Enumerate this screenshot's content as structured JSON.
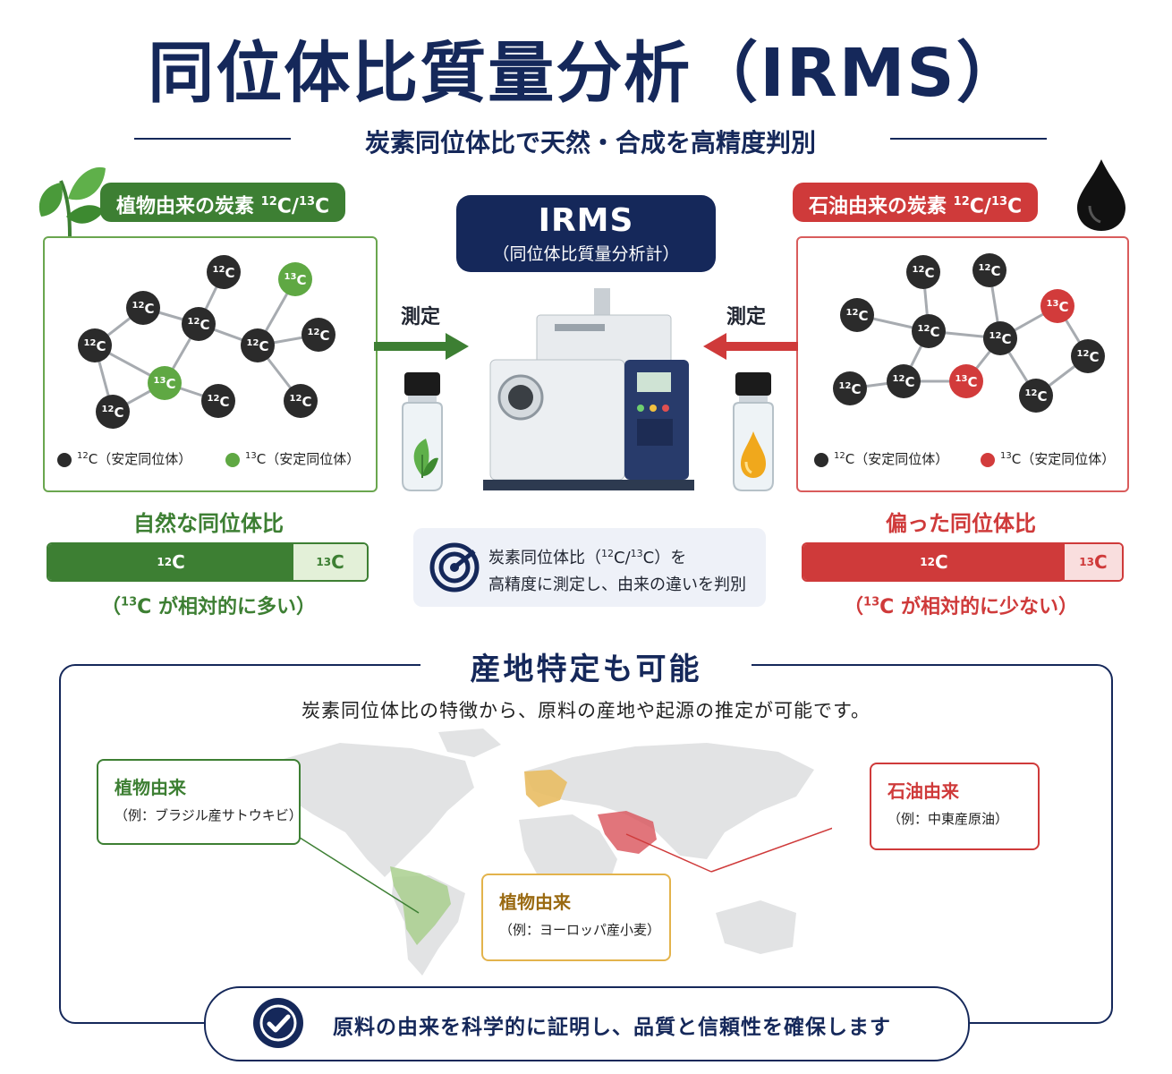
{
  "title": "同位体比質量分析（IRMS）",
  "subtitle": "炭素同位体比で天然・合成を高精度判別",
  "left_panel": {
    "label_prefix": "植物由来の炭素 ",
    "label_ratio": "C/",
    "mass12": "12",
    "mass13": "13",
    "c": "C",
    "legend_12": "（安定同位体）",
    "legend_13": "（安定同位体）",
    "ratio_title": "自然な同位体比",
    "bar_12": "C",
    "bar_13": "C",
    "bar_12_fraction": 0.77,
    "note_open": "（",
    "note_rest": " が相対的に多い）",
    "accent": "#3d7f33",
    "light": "#e3f0d8"
  },
  "right_panel": {
    "label_prefix": "石油由来の炭素 ",
    "label_ratio": "C/",
    "mass12": "12",
    "mass13": "13",
    "c": "C",
    "legend_12": "（安定同位体）",
    "legend_13": "（安定同位体）",
    "ratio_title": "偏った同位体比",
    "bar_12": "C",
    "bar_13": "C",
    "bar_12_fraction": 0.82,
    "note_open": "（",
    "note_rest": " が相対的に少ない）",
    "accent": "#cf3a3a",
    "light": "#f9dede"
  },
  "center": {
    "badge_name": "IRMS",
    "badge_sub": "（同位体比質量分析計）",
    "measure_left": "測定",
    "measure_right": "測定",
    "info_line1_a": "炭素同位体比（",
    "info_line1_b": "C/",
    "info_line1_c": "C）を",
    "info_line2": "高精度に測定し、由来の違いを判別"
  },
  "region": {
    "title": "産地特定も可能",
    "description": "炭素同位体比の特徴から、原料の産地や起源の推定が可能です。",
    "callout_brazil": {
      "title": "植物由来",
      "sub": "（例：ブラジル産サトウキビ）",
      "color": "#3d7f33"
    },
    "callout_europe": {
      "title": "植物由来",
      "sub": "（例：ヨーロッパ産小麦）",
      "color": "#9a6a12"
    },
    "callout_mideast": {
      "title": "石油由来",
      "sub": "（例：中東産原油）",
      "color": "#cf3a3a"
    },
    "conclusion": "原料の由来を科学的に証明し、品質と信頼性を確保します"
  },
  "colors": {
    "navy": "#15285a",
    "green": "#3d7f33",
    "red": "#cf3a3a",
    "carbon": "#2b2b2b"
  }
}
